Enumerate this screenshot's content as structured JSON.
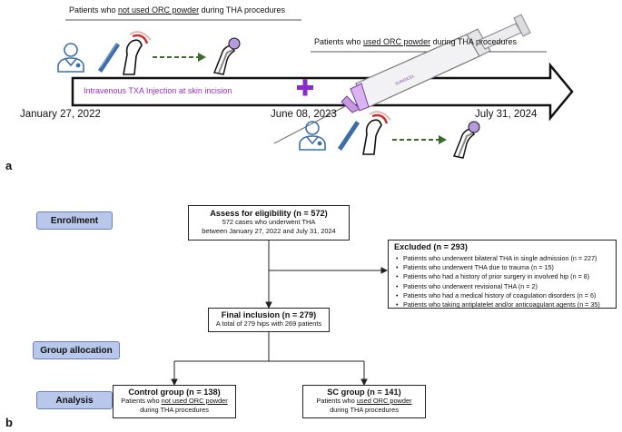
{
  "panel_a": {
    "label": "a",
    "not_used_header": {
      "pre": "Patients who ",
      "u": "not used ORC powder",
      "post": " during THA procedures"
    },
    "used_header": {
      "pre": "Patients who ",
      "u": "used ORC powder",
      "post": " during THA procedures"
    },
    "timeline_text": "Intravenous TXA Injection at skin incision",
    "syringe_label": "SURGICEL\nPowder",
    "dates": [
      "January 27, 2022",
      "June 08, 2023",
      "July 31, 2024"
    ],
    "icons": [
      "doctor-icon",
      "scalpel-icon",
      "hip-joint-icon",
      "hip-prosthesis-icon",
      "syringe-icon",
      "plus-icon"
    ],
    "colors": {
      "timeline_text": "#9b30c8",
      "plus": "#8a2bc8",
      "dashed_arrow": "#3b6b2a",
      "doctor": "#3c6ea8",
      "prosthesis_head": "#b79be0"
    }
  },
  "panel_b": {
    "label": "b",
    "stages": [
      "Enrollment",
      "Group allocation",
      "Analysis"
    ],
    "eligibility": {
      "title": "Assess for eligibility (n = 572)",
      "line1": "572 cases who underwent THA",
      "line2": "between January 27, 2022 and July 31, 2024"
    },
    "excluded": {
      "title": "Excluded (n = 293)",
      "items": [
        "Patients who underwent bilateral THA in single admission (n = 227)",
        "Patients who underwent THA due to trauma (n = 15)",
        "Patients who had a history of prior surgery in involved hip (n = 8)",
        "Patients who underwent revisional THA (n = 2)",
        "Patients who had a medical history of coagulation disorders (n = 6)",
        "Patients who taking antiplatelet and/or anticoagulant agents (n = 35)"
      ]
    },
    "final": {
      "title": "Final inclusion (n = 279)",
      "line1": "A total of 279 hips with 269 patients"
    },
    "control": {
      "title": "Control group (n = 138)",
      "pre": "Patients who ",
      "u": "not used ORC powder",
      "line2": "during THA procedures"
    },
    "sc": {
      "title": "SC group (n = 141)",
      "pre": "Patients who ",
      "u": "used ORC powder",
      "line2": "during THA procedures"
    },
    "colors": {
      "stage_fill": "#b9c7ea",
      "stage_border": "#6b7fb8"
    }
  }
}
